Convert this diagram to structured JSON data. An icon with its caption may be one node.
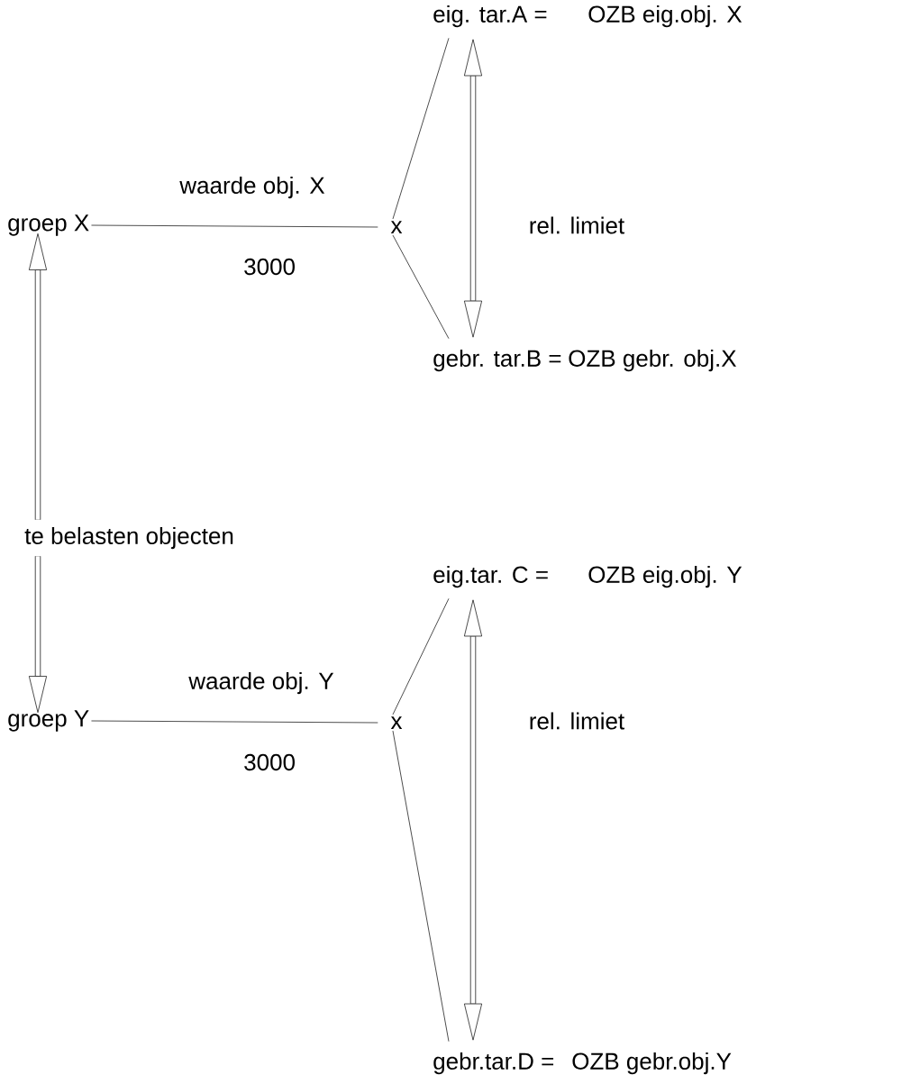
{
  "diagram": {
    "nodes": [
      {
        "text": [
          "te belasten objecten"
        ]
      },
      {
        "text": [
          "groep X"
        ]
      },
      {
        "text": [
          "x"
        ]
      },
      {
        "text": [
          "eig. tar.A ="
        ]
      },
      {
        "text": [
          "gebr. tar.B ="
        ]
      },
      {
        "text": [
          "groep Y"
        ]
      },
      {
        "text": [
          "x"
        ]
      },
      {
        "text": [
          "eig.tar. C ="
        ]
      },
      {
        "text": [
          "gebr.tar.D ="
        ]
      }
    ],
    "edges": [
      {
        "from": 0,
        "to": 1,
        "arrow": "to",
        "style": "thick"
      },
      {
        "from": 0,
        "to": 5,
        "arrow": "to",
        "style": "thick"
      },
      {
        "from": 1,
        "to": 2,
        "arrow": "none",
        "label": "waarde obj. X"
      },
      {
        "from": 2,
        "to": 3,
        "arrow": "none"
      },
      {
        "from": 2,
        "to": 4,
        "arrow": "none"
      },
      {
        "from": 3,
        "to": 4,
        "arrow": "both",
        "style": "thick",
        "label": "rel. limiet"
      },
      {
        "from": 5,
        "to": 6,
        "arrow": "none",
        "label": "waarde obj. Y"
      },
      {
        "from": 6,
        "to": 7,
        "arrow": "none"
      },
      {
        "from": 6,
        "to": 8,
        "arrow": "none"
      },
      {
        "from": 7,
        "to": 8,
        "arrow": "both",
        "style": "thick",
        "label": "rel. limiet"
      }
    ],
    "labels": [
      "OZB eig.obj. X",
      "3000",
      "OZB gebr. obj.X",
      "OZB eig.obj. Y",
      "3000",
      "OZB gebr.obj.Y"
    ]
  }
}
